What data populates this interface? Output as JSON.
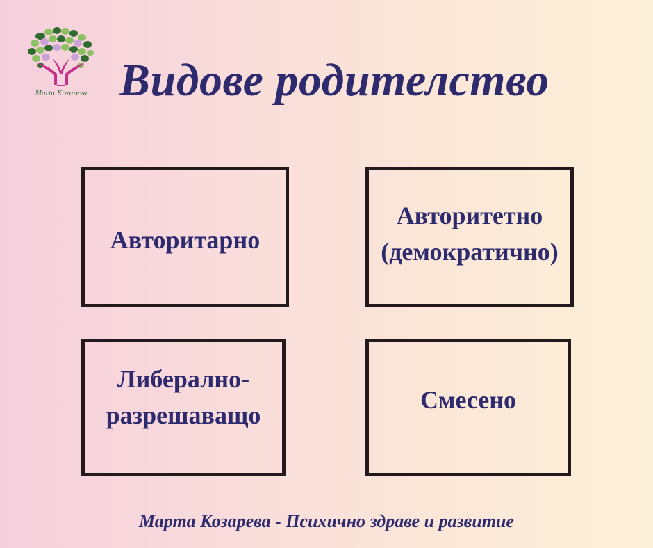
{
  "logo": {
    "icon": "tree-with-hands-icon",
    "caption": "Marta Kozareva",
    "colors": {
      "leaves_dark": "#2f6b2e",
      "leaves_light": "#8cc063",
      "leaves_lilac": "#c9a3d6",
      "trunk_hands": "#c2328a"
    }
  },
  "header": {
    "title": "Видове родителство"
  },
  "boxes": [
    {
      "label": "Авторитарно"
    },
    {
      "label": "Авторитетно\n(демократично)"
    },
    {
      "label": "Либерално-\nразрешаващо"
    },
    {
      "label": "Смесено"
    }
  ],
  "footer": {
    "text": "Марта Козарева - Психично здраве и развитие"
  },
  "colors": {
    "text_primary": "#2e2a6e",
    "box_border": "#221a1c",
    "background_left": "#f6cfdd",
    "background_right": "#fdf0d8"
  }
}
